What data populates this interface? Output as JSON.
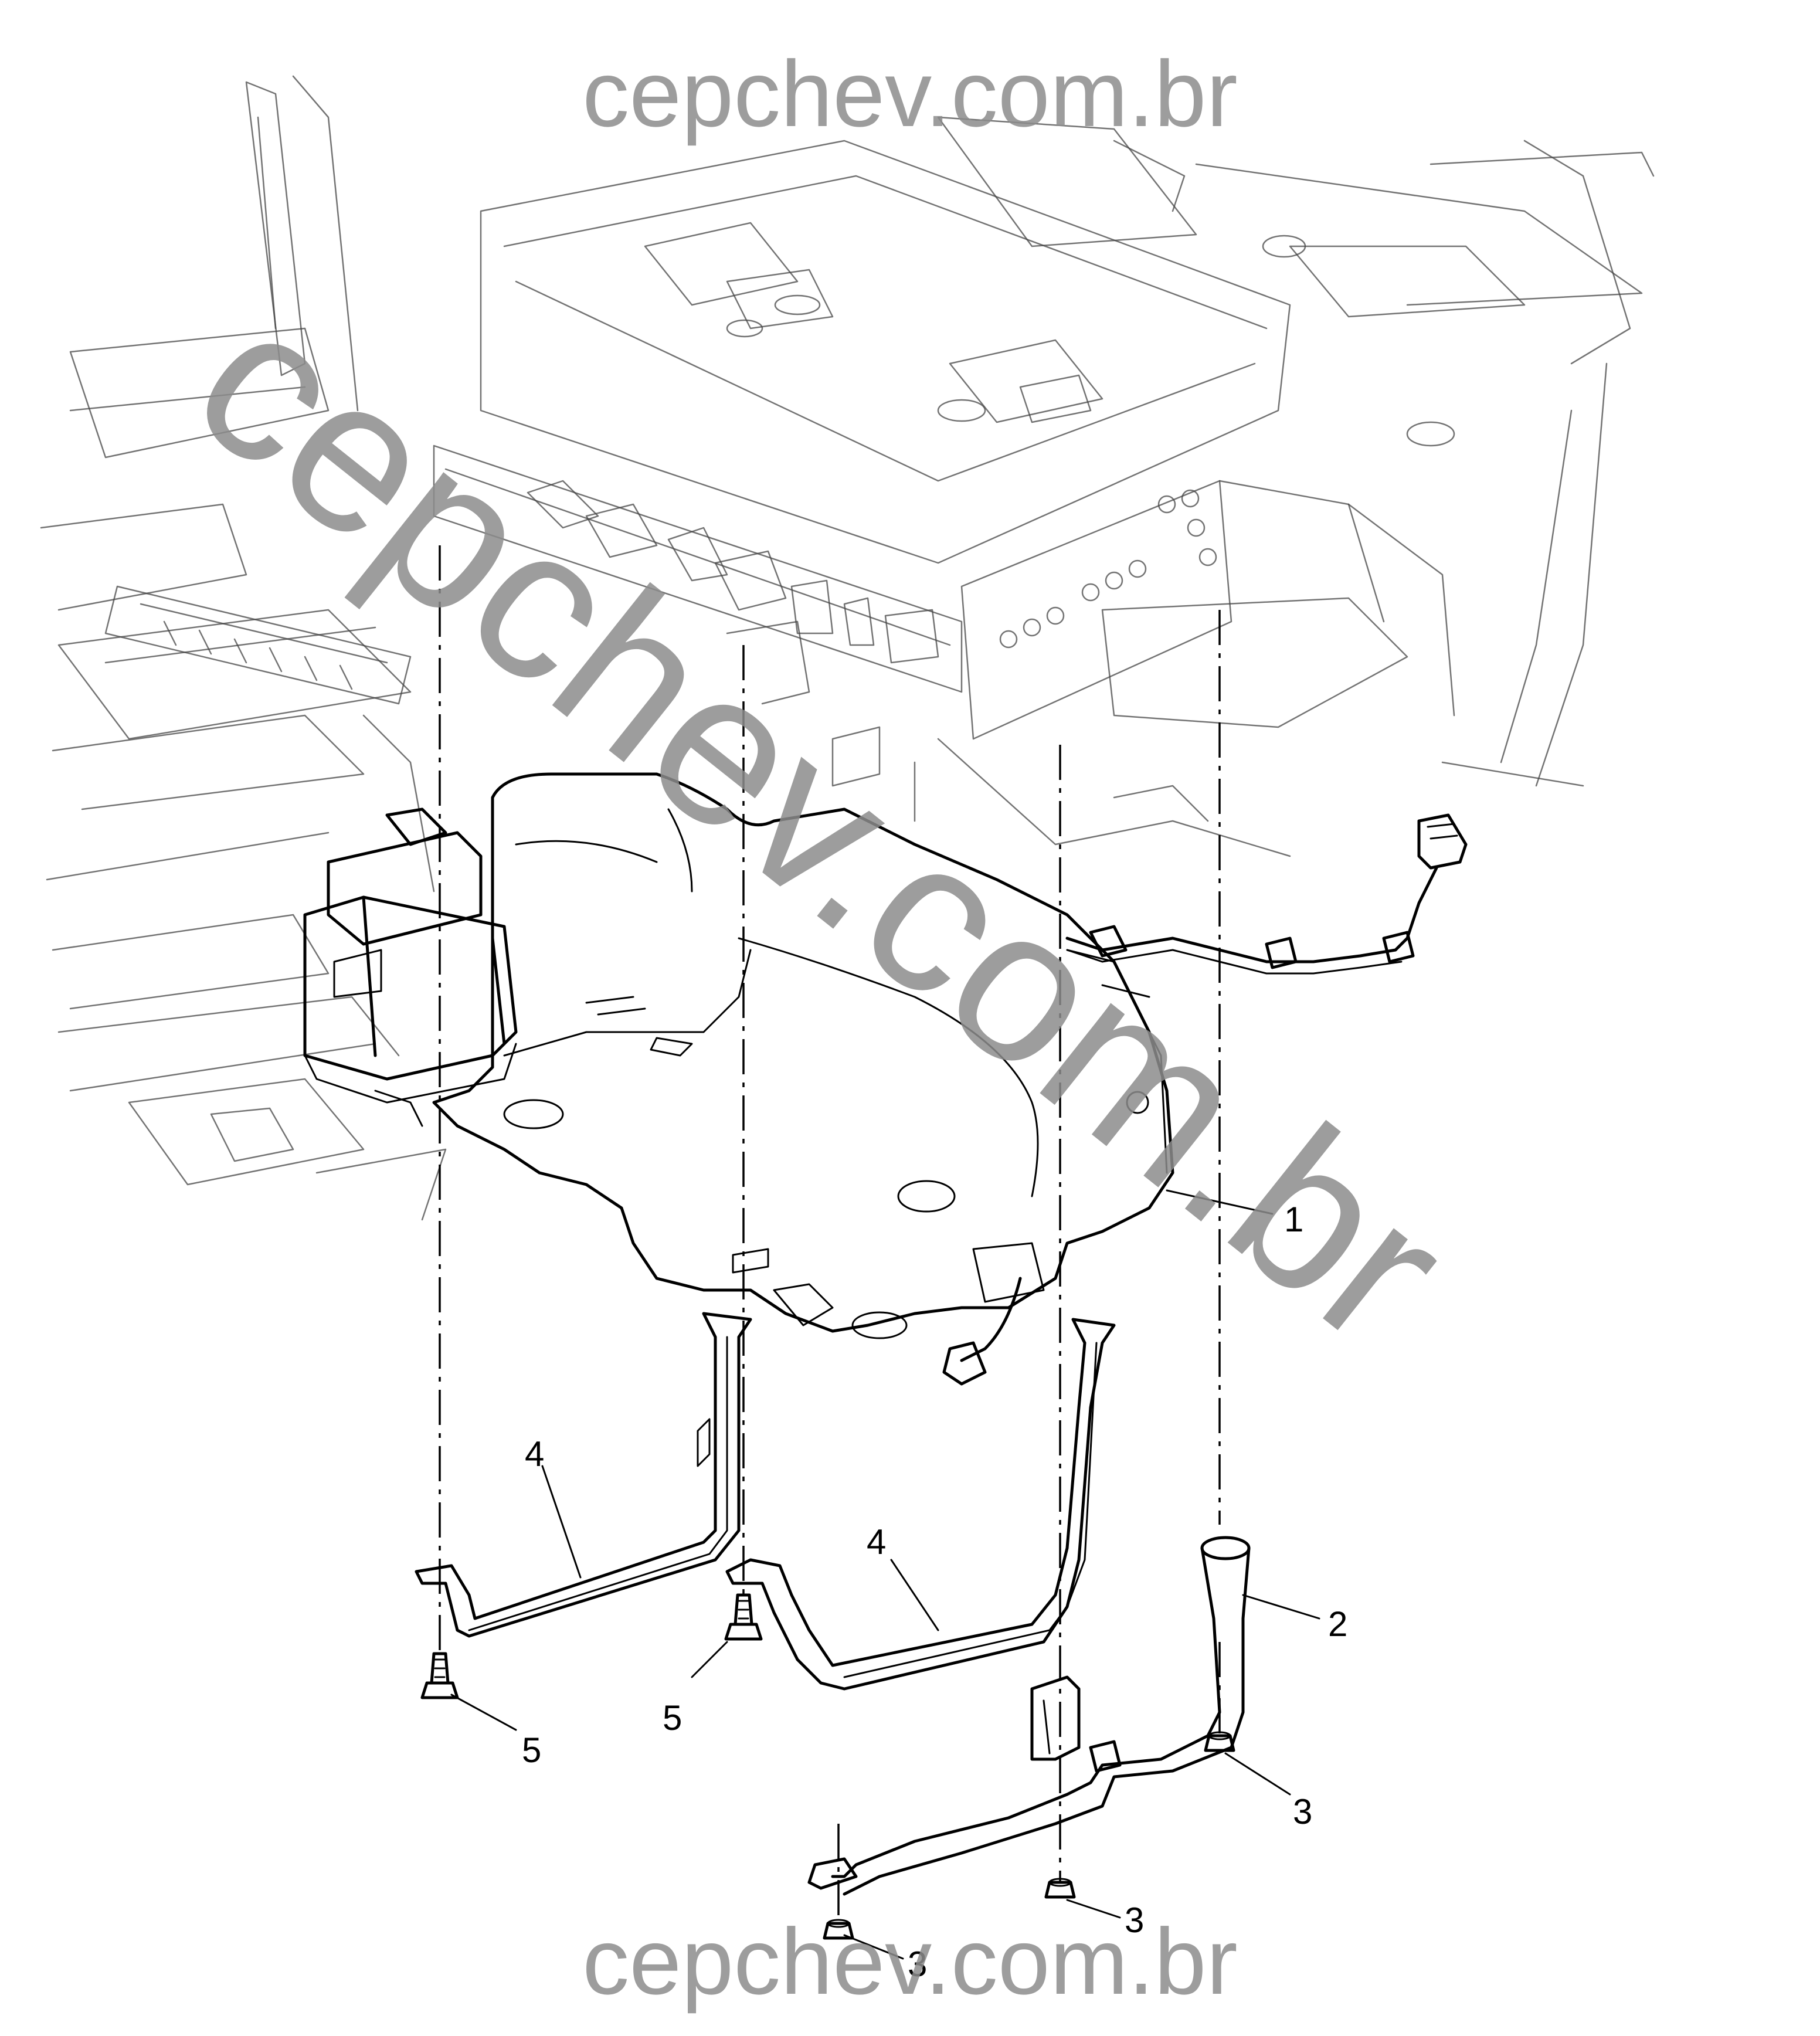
{
  "watermark": {
    "top": "cepchev.com.br",
    "diagonal": "cepchev.com.br",
    "bottom": "cepchev.com.br"
  },
  "callouts": {
    "c1": "1",
    "c2": "2",
    "c3a": "3",
    "c3b": "3",
    "c3c": "3",
    "c4a": "4",
    "c4b": "4",
    "c5a": "5",
    "c5b": "5"
  }
}
